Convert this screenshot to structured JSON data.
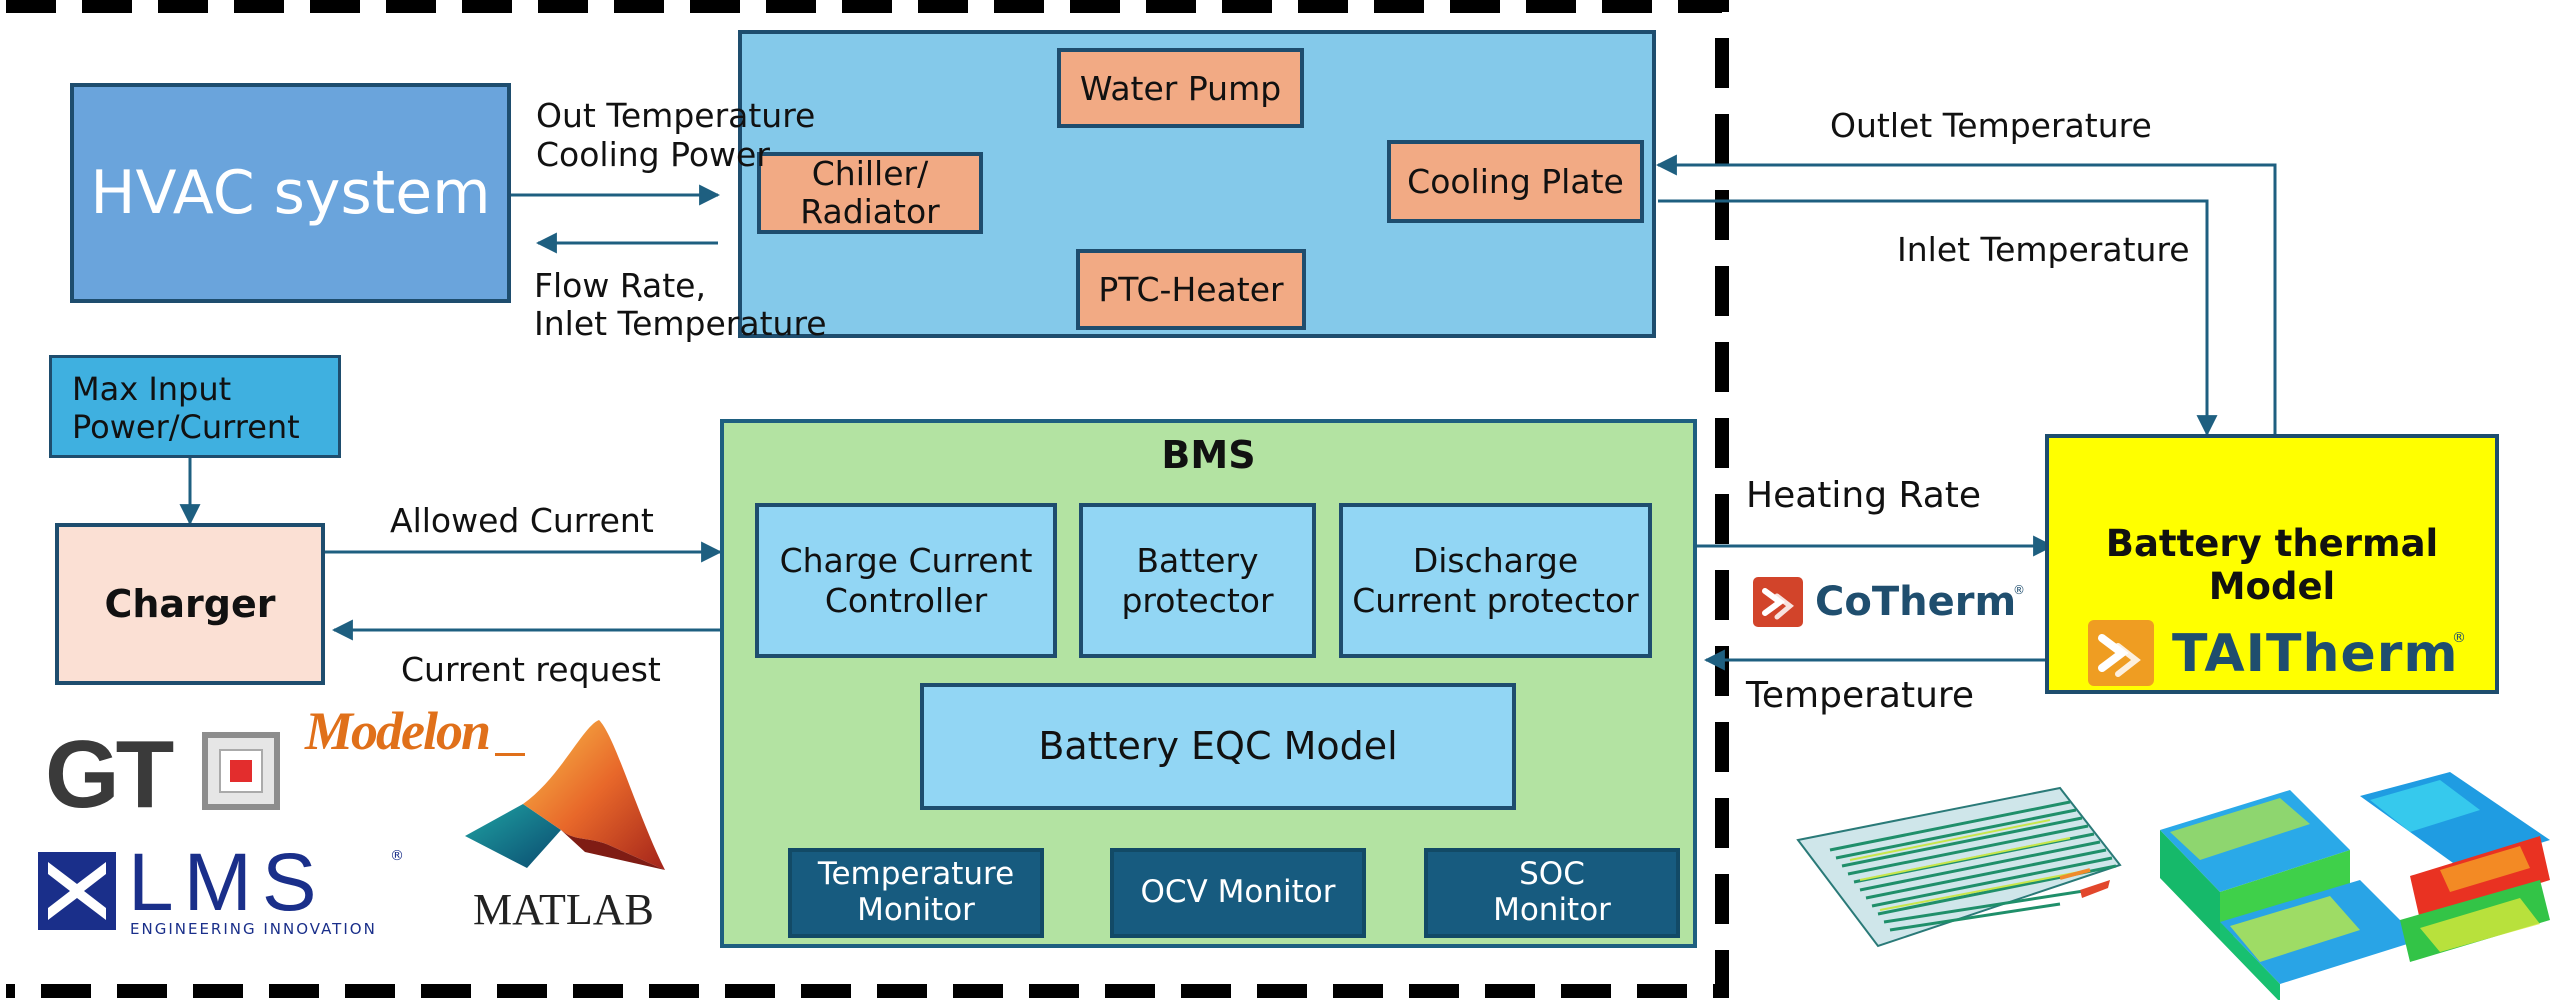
{
  "hvac": {
    "title": "HVAC system"
  },
  "coolant_loop": {
    "water_pump": "Water Pump",
    "chiller_line1": "Chiller/",
    "chiller_line2": "Radiator",
    "ptc_heater": "PTC-Heater",
    "cooling_plate": "Cooling Plate"
  },
  "hvac_signals": {
    "out_line1": "Out Temperature",
    "out_line2": "Cooling Power",
    "in_line1": "Flow Rate,",
    "in_line2": "Inlet Temperature"
  },
  "thermal_signals": {
    "outlet": "Outlet Temperature",
    "inlet": "Inlet Temperature",
    "heating_rate": "Heating Rate",
    "temperature": "Temperature"
  },
  "charger": {
    "title": "Charger",
    "max_input_line1": "Max Input",
    "max_input_line2": "Power/Current",
    "allowed_current": "Allowed Current",
    "current_request": "Current request"
  },
  "bms": {
    "title": "BMS",
    "charge_controller_line1": "Charge Current",
    "charge_controller_line2": "Controller",
    "battery_protector_line1": "Battery",
    "battery_protector_line2": "protector",
    "discharge_protector_line1": "Discharge",
    "discharge_protector_line2": "Current protector",
    "eqc_model": "Battery EQC Model",
    "temp_monitor_line1": "Temperature",
    "temp_monitor_line2": "Monitor",
    "ocv_monitor": "OCV Monitor",
    "soc_monitor_line1": "SOC",
    "soc_monitor_line2": "Monitor"
  },
  "battery_thermal": {
    "title_line1": "Battery thermal",
    "title_line2": "Model"
  },
  "logos": {
    "cotherm": "CoTherm",
    "taitherm": "TAITherm",
    "gt": "GT",
    "modelon": "Modelon",
    "lms": "LMS",
    "lms_tagline": "ENGINEERING INNOVATION",
    "matlab": "MATLAB"
  },
  "colors": {
    "wire": "#1e5f80",
    "hvac_fill": "#6aa4dc",
    "loop_fill": "#84c9ea",
    "bms_fill": "#b3e3a2",
    "battery_model_fill": "#ffff00",
    "charger_fill": "#fbe0d4",
    "max_input_fill": "#3fb0e0"
  }
}
